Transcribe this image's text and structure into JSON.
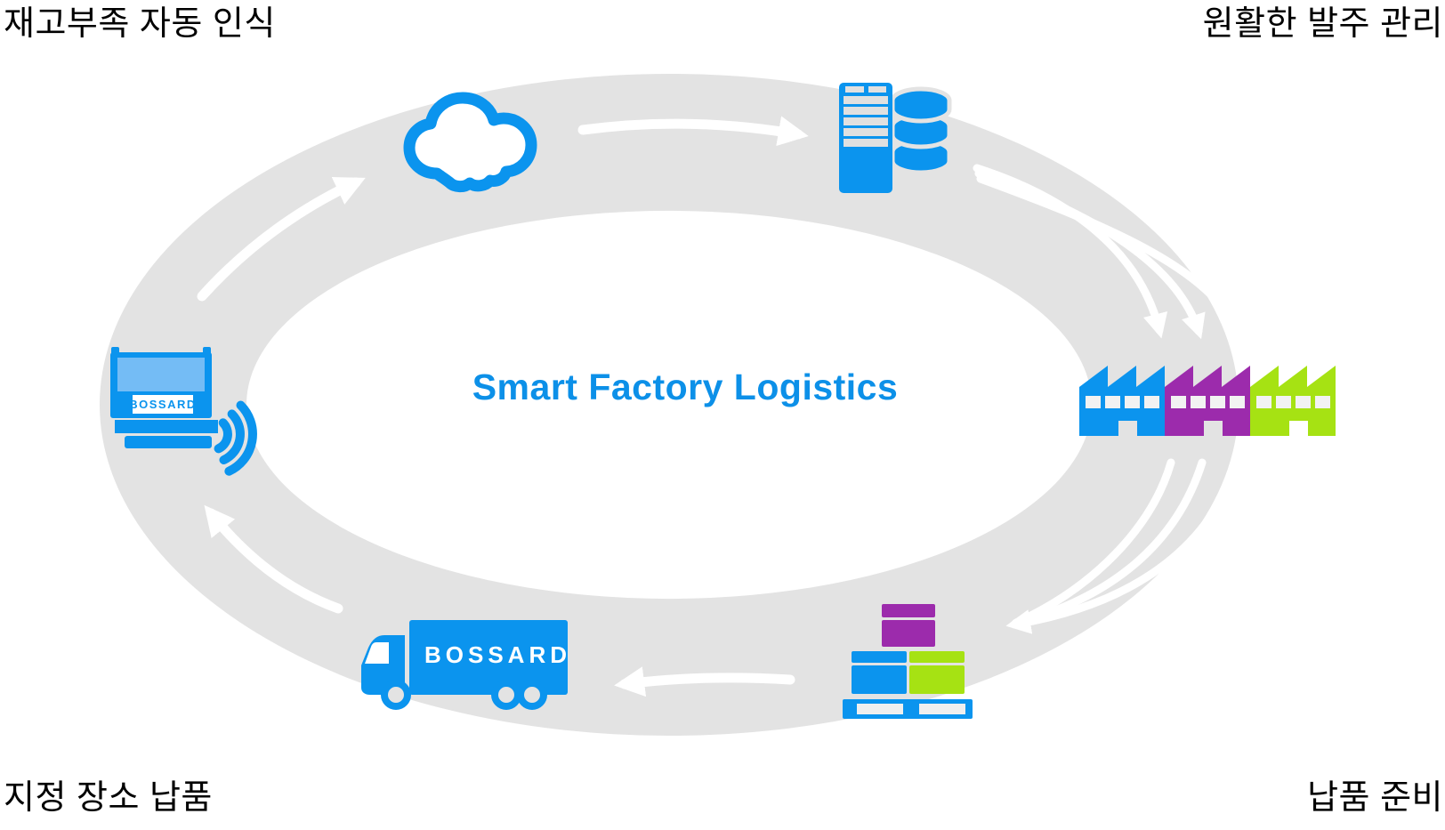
{
  "title": {
    "text": "Smart Factory Logistics",
    "color": "#0C90E8"
  },
  "labels": {
    "top_left": "재고부족 자동 인식",
    "top_right": "원활한 발주 관리",
    "bottom_left": "지정 장소 납품",
    "bottom_right": "납품 준비"
  },
  "brand": {
    "bin_label": "BOSSARD",
    "truck_label": "BOSSARD"
  },
  "colors": {
    "blue": "#0B94EE",
    "light_blue": "#74BCF5",
    "purple": "#9C2BAC",
    "green": "#A6E213",
    "ring_gray": "#E3E3E3",
    "arrow_white": "#FFFFFF",
    "label_black": "#000000"
  },
  "icons": [
    "smartbin-wifi-icon",
    "cloud-icon",
    "server-database-icon",
    "factories-icon",
    "pallet-boxes-icon",
    "delivery-truck-icon"
  ]
}
